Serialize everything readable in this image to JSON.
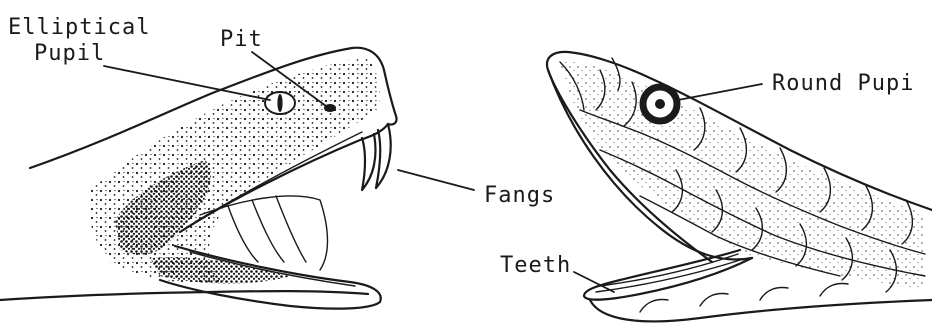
{
  "labels": {
    "elliptical_pupil_line1": "Elliptical",
    "elliptical_pupil_line2": "Pupil",
    "pit": "Pit",
    "fangs": "Fangs",
    "round_pupil": "Round Pupi",
    "teeth": "Teeth"
  }
}
